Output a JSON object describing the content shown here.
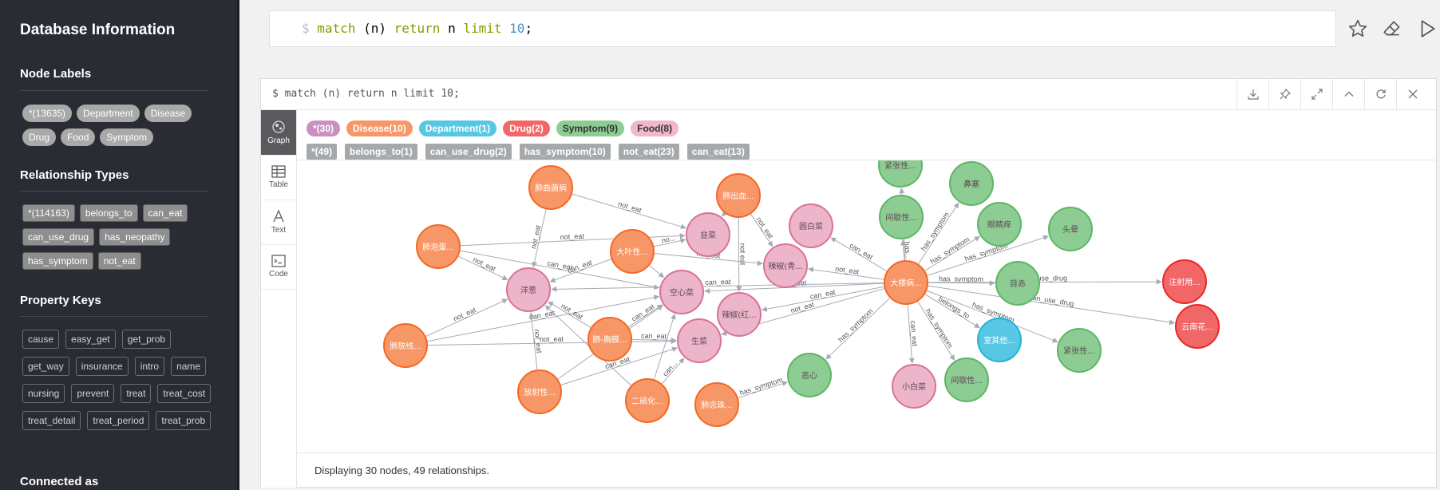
{
  "sidebar": {
    "title": "Database Information",
    "node_labels_heading": "Node Labels",
    "node_labels": [
      "*(13635)",
      "Department",
      "Disease",
      "Drug",
      "Food",
      "Symptom"
    ],
    "rel_types_heading": "Relationship Types",
    "rel_types": [
      "*(114163)",
      "belongs_to",
      "can_eat",
      "can_use_drug",
      "has_neopathy",
      "has_symptom",
      "not_eat"
    ],
    "property_keys_heading": "Property Keys",
    "property_keys": [
      "cause",
      "easy_get",
      "get_prob",
      "get_way",
      "insurance",
      "intro",
      "name",
      "nursing",
      "prevent",
      "treat",
      "treat_cost",
      "treat_detail",
      "treat_period",
      "treat_prob"
    ],
    "connected_as": "Connected as"
  },
  "editor": {
    "prompt": "$",
    "kw_match": "match",
    "p1": "(n)",
    "kw_return": "return",
    "p2": "n",
    "kw_limit": "limit",
    "num": "10",
    "end": ";"
  },
  "frame": {
    "query": "$ match (n) return n limit 10;",
    "tabs": [
      "Graph",
      "Table",
      "Text",
      "Code"
    ],
    "status": "Displaying 30 nodes, 49 relationships."
  },
  "legend": {
    "labels": [
      {
        "text": "*(30)",
        "color": "#c990c0"
      },
      {
        "text": "Disease(10)",
        "color": "#f79767"
      },
      {
        "text": "Department(1)",
        "color": "#57c7e3"
      },
      {
        "text": "Drug(2)",
        "color": "#f16667"
      },
      {
        "text": "Symptom(9)",
        "color": "#8dcc93"
      },
      {
        "text": "Food(8)",
        "color": "#f0b8c8"
      }
    ],
    "rels": [
      "*(49)",
      "belongs_to(1)",
      "can_use_drug(2)",
      "has_symptom(10)",
      "not_eat(23)",
      "can_eat(13)"
    ]
  },
  "colors": {
    "Disease": {
      "fill": "#f79767",
      "stroke": "#f36924"
    },
    "Food": {
      "fill": "#ecb5c9",
      "stroke": "#da7298"
    },
    "Symptom": {
      "fill": "#8dcc93",
      "stroke": "#5db665"
    },
    "Drug": {
      "fill": "#f16667",
      "stroke": "#eb2728"
    },
    "Department": {
      "fill": "#57c7e3",
      "stroke": "#23b3d7"
    }
  },
  "graph": {
    "nodes": [
      {
        "id": "d1",
        "label": "肺曲菌病",
        "type": "Disease"
      },
      {
        "id": "d2",
        "label": "肺出血...",
        "type": "Disease"
      },
      {
        "id": "d3",
        "label": "肺泡蛋...",
        "type": "Disease"
      },
      {
        "id": "d4",
        "label": "大叶性...",
        "type": "Disease"
      },
      {
        "id": "d5",
        "label": "肺放线...",
        "type": "Disease"
      },
      {
        "id": "d6",
        "label": "肺-胸膜...",
        "type": "Disease"
      },
      {
        "id": "d7",
        "label": "放射性...",
        "type": "Disease"
      },
      {
        "id": "d8",
        "label": "二硫化...",
        "type": "Disease"
      },
      {
        "id": "d9",
        "label": "肺念珠...",
        "type": "Disease"
      },
      {
        "id": "d10",
        "label": "大楼病...",
        "type": "Disease"
      },
      {
        "id": "f1",
        "label": "韭菜",
        "type": "Food"
      },
      {
        "id": "f2",
        "label": "洋葱",
        "type": "Food"
      },
      {
        "id": "f3",
        "label": "空心菜",
        "type": "Food"
      },
      {
        "id": "f4",
        "label": "辣椒(红...",
        "type": "Food"
      },
      {
        "id": "f5",
        "label": "辣椒(青...",
        "type": "Food"
      },
      {
        "id": "f6",
        "label": "生菜",
        "type": "Food"
      },
      {
        "id": "f7",
        "label": "圆白菜",
        "type": "Food"
      },
      {
        "id": "f8",
        "label": "小白菜",
        "type": "Food"
      },
      {
        "id": "s1",
        "label": "紧张性...",
        "type": "Symptom"
      },
      {
        "id": "s2",
        "label": "鼻塞",
        "type": "Symptom"
      },
      {
        "id": "s3",
        "label": "间歇性...",
        "type": "Symptom"
      },
      {
        "id": "s4",
        "label": "眼睛痒",
        "type": "Symptom"
      },
      {
        "id": "s5",
        "label": "头晕",
        "type": "Symptom"
      },
      {
        "id": "s6",
        "label": "目赤",
        "type": "Symptom"
      },
      {
        "id": "s7",
        "label": "紧张性...",
        "type": "Symptom"
      },
      {
        "id": "s8",
        "label": "恶心",
        "type": "Symptom"
      },
      {
        "id": "s9",
        "label": "间歇性...",
        "type": "Symptom"
      },
      {
        "id": "dr1",
        "label": "注射用...",
        "type": "Drug"
      },
      {
        "id": "dr2",
        "label": "云南花...",
        "type": "Drug"
      },
      {
        "id": "dp1",
        "label": "室其他...",
        "type": "Department"
      }
    ],
    "edges": [
      {
        "from": "d1",
        "to": "f1",
        "label": "not_eat"
      },
      {
        "from": "d1",
        "to": "f2",
        "label": "not_eat"
      },
      {
        "from": "d2",
        "to": "f1",
        "label": ""
      },
      {
        "from": "d2",
        "to": "f5",
        "label": "not_eat"
      },
      {
        "from": "d2",
        "to": "f4",
        "label": "not eat"
      },
      {
        "from": "d3",
        "to": "f1",
        "label": "not_eat"
      },
      {
        "from": "d3",
        "to": "f2",
        "label": "not_eat"
      },
      {
        "from": "d3",
        "to": "f3",
        "label": "can_eat"
      },
      {
        "from": "d4",
        "to": "f1",
        "label": "no..."
      },
      {
        "from": "d4",
        "to": "f2",
        "label": "can_eat"
      },
      {
        "from": "d4",
        "to": "f5",
        "label": "not_eat"
      },
      {
        "from": "d4",
        "to": "f3",
        "label": ""
      },
      {
        "from": "d5",
        "to": "f2",
        "label": "not_eat"
      },
      {
        "from": "d5",
        "to": "f3",
        "label": "can_eat"
      },
      {
        "from": "d5",
        "to": "f6",
        "label": "not_eat"
      },
      {
        "from": "d6",
        "to": "f3",
        "label": "can_eat"
      },
      {
        "from": "d6",
        "to": "f2",
        "label": "not_eat"
      },
      {
        "from": "d6",
        "to": "f6",
        "label": "can_eat"
      },
      {
        "from": "d7",
        "to": "f2",
        "label": "not_eat"
      },
      {
        "from": "d7",
        "to": "f3",
        "label": "not_eat"
      },
      {
        "from": "d7",
        "to": "f6",
        "label": "can_eat"
      },
      {
        "from": "d8",
        "to": "f6",
        "label": "can..."
      },
      {
        "from": "d8",
        "to": "f2",
        "label": ""
      },
      {
        "from": "d8",
        "to": "f3",
        "label": ""
      },
      {
        "from": "d9",
        "to": "s8",
        "label": "has_symptom"
      },
      {
        "from": "d10",
        "to": "f7",
        "label": "can_eat"
      },
      {
        "from": "d10",
        "to": "f5",
        "label": "not_eat"
      },
      {
        "from": "d10",
        "to": "f4",
        "label": "can_eat"
      },
      {
        "from": "d10",
        "to": "f3",
        "label": "not_eat"
      },
      {
        "from": "d10",
        "to": "f6",
        "label": "not_eat"
      },
      {
        "from": "d10",
        "to": "f2",
        "label": "can_eat"
      },
      {
        "from": "d10",
        "to": "s1",
        "label": "has..."
      },
      {
        "from": "d10",
        "to": "s2",
        "label": "has_symptom"
      },
      {
        "from": "d10",
        "to": "s3",
        "label": "has..."
      },
      {
        "from": "d10",
        "to": "s4",
        "label": "has_symptom"
      },
      {
        "from": "d10",
        "to": "s5",
        "label": "has_symptom"
      },
      {
        "from": "d10",
        "to": "s6",
        "label": "has_symptom"
      },
      {
        "from": "d10",
        "to": "s7",
        "label": "has_symptom"
      },
      {
        "from": "d10",
        "to": "s8",
        "label": "has_symptom"
      },
      {
        "from": "d10",
        "to": "s9",
        "label": "has_symptom"
      },
      {
        "from": "d10",
        "to": "f8",
        "label": "can_eat"
      },
      {
        "from": "d10",
        "to": "dp1",
        "label": "belongs_to"
      },
      {
        "from": "d10",
        "to": "dr1",
        "label": "can_use_drug"
      },
      {
        "from": "d10",
        "to": "dr2",
        "label": "can_use_drug"
      }
    ]
  }
}
